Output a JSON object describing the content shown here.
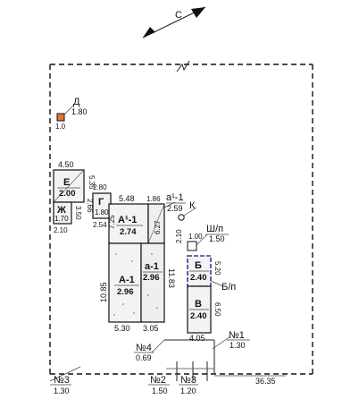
{
  "colors": {
    "ink": "#111111",
    "dots": "#cc3366",
    "marker_fill": "#e07a2e",
    "highlight_border": "#3a3aa0"
  },
  "north": {
    "label": "С"
  },
  "buildings": {
    "D": {
      "label": "Д",
      "dim": "1.80",
      "dim_side": "1.0"
    },
    "E": {
      "label": "Е",
      "area": "2.00",
      "dim_top": "4.50",
      "dim_side": "5.35"
    },
    "ZH": {
      "label": "Ж",
      "area": "1.70",
      "dim_bottom": "2.10",
      "dim_side": "3.50"
    },
    "G": {
      "label": "Г",
      "area": "1.80",
      "dim_top": "2.80",
      "dim_bottom": "2.54",
      "dim_side": "2.66"
    },
    "A1_1": {
      "label": "А¹-1",
      "area": "2.74",
      "dim_top": "5.48",
      "dim_side": "7.25"
    },
    "A_1": {
      "label": "А-1",
      "area": "2.96",
      "dim_bottom": "5.30",
      "dim_side": "10.85"
    },
    "a_1": {
      "label": "а-1",
      "area": "2.96",
      "dim_bottom": "3.05",
      "dim_side": "11.83"
    },
    "a1_1": {
      "label": "а¹-1",
      "area": "2.59",
      "dim_top": "1.86",
      "dim_side": "6.27"
    },
    "B": {
      "label": "Б",
      "area": "2.40",
      "dim_top": "1.00",
      "dim_side": "5.20"
    },
    "V": {
      "label": "В",
      "area": "2.40",
      "dim_bottom": "4.05",
      "dim_side": "6.50"
    }
  },
  "features": {
    "well": "К",
    "fence_sh": {
      "label": "Ш/п",
      "value": "1.50",
      "dim": "2.10"
    },
    "fence_b": {
      "label": "Б/п"
    }
  },
  "markers": {
    "m1": {
      "label": "№1",
      "value": "1.30"
    },
    "m2": {
      "label": "№2",
      "value": "1.50"
    },
    "m3a": {
      "label": "№3",
      "value": "1.30"
    },
    "m3b": {
      "label": "№3",
      "value": "1.20"
    },
    "m4": {
      "label": "№4",
      "value": "0.69"
    }
  },
  "boundary": {
    "bottom_length": "36.35"
  }
}
